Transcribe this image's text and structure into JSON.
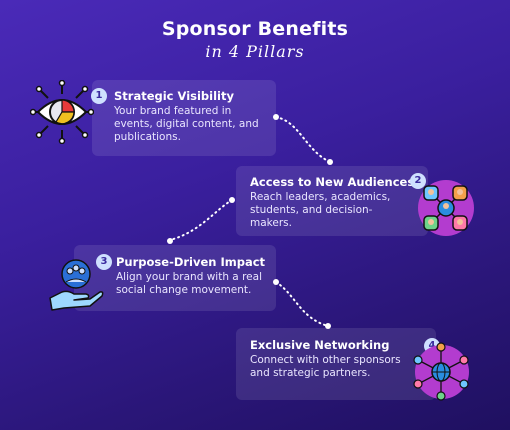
{
  "title": "Sponsor Benefits",
  "subtitle": "in 4 Pillars",
  "pillars": [
    {
      "number": "1",
      "heading": "Strategic Visibility",
      "body": "Your brand featured in events, digital content, and publications.",
      "icon": "eye-target-icon"
    },
    {
      "number": "2",
      "heading": "Access to New Audiences",
      "body": "Reach leaders, academics, students, and decision-makers.",
      "icon": "people-network-icon"
    },
    {
      "number": "3",
      "heading": "Purpose-Driven Impact",
      "body": "Align your brand with a real social change movement.",
      "icon": "hand-community-icon"
    },
    {
      "number": "4",
      "heading": "Exclusive Networking",
      "body": "Connect with other sponsors and strategic partners.",
      "icon": "globe-network-icon"
    }
  ],
  "colors": {
    "accent": "#cfe0ff",
    "card": "rgba(255,255,255,0.10)",
    "icon_bg": "#b33ccf"
  }
}
